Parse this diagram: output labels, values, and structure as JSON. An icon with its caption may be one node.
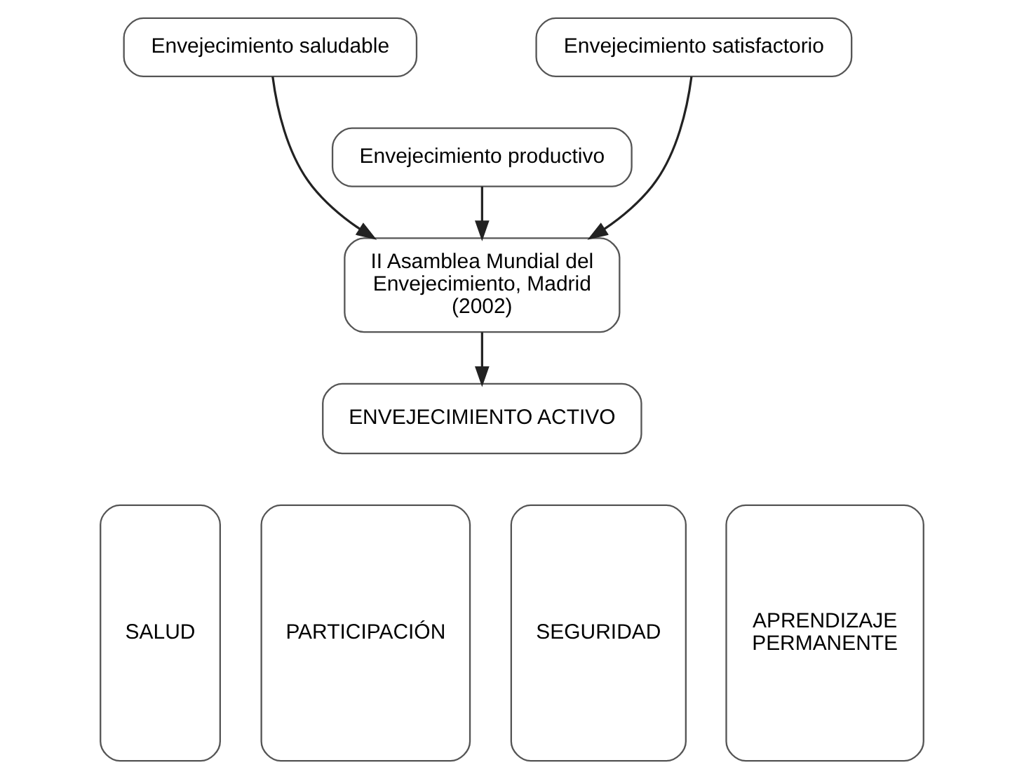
{
  "diagram": {
    "nodes": [
      {
        "text": [
          "Envejecimiento saludable"
        ]
      },
      {
        "text": [
          "Envejecimiento satisfactorio"
        ]
      },
      {
        "text": [
          "Envejecimiento productivo"
        ]
      },
      {
        "text": [
          "II Asamblea Mundial del Envejecimiento, Madrid (2002)"
        ]
      },
      {
        "text": [
          "ENVEJECIMIENTO ACTIVO"
        ]
      },
      {
        "text": [
          "SALUD"
        ]
      },
      {
        "text": [
          "PARTICIPACIÓN"
        ]
      },
      {
        "text": [
          "SEGURIDAD"
        ]
      },
      {
        "text": [
          "APRENDIZAJE PERMANENTE"
        ]
      }
    ],
    "edges": [
      {
        "from": 0,
        "to": 3,
        "arrow": "to"
      },
      {
        "from": 2,
        "to": 3,
        "arrow": "to"
      },
      {
        "from": 1,
        "to": 3,
        "arrow": "to"
      },
      {
        "from": 3,
        "to": 4,
        "arrow": "to"
      }
    ]
  }
}
